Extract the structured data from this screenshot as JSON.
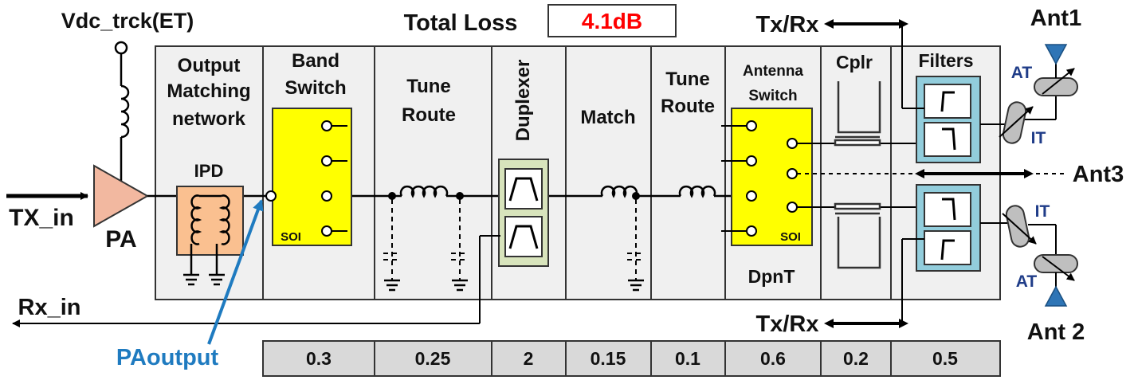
{
  "header": {
    "total_loss_label": "Total Loss",
    "total_loss_value": "4.1dB",
    "vdc_label": "Vdc_trck(ET)"
  },
  "ports": {
    "tx_in": "TX_in",
    "rx_in": "Rx_in",
    "pa": "PA",
    "pa_output": "PAoutput",
    "txrx_top": "Tx/Rx",
    "txrx_bottom": "Tx/Rx",
    "ant1": "Ant1",
    "ant2": "Ant 2",
    "ant3": "Ant3",
    "at_top": "AT",
    "it_top": "IT",
    "it_bottom": "IT",
    "at_bottom": "AT"
  },
  "blocks": {
    "omn_line1": "Output",
    "omn_line2": "Matching",
    "omn_line3": "network",
    "ipd": "IPD",
    "band_line1": "Band",
    "band_line2": "Switch",
    "soi1": "SOI",
    "tune1_line1": "Tune",
    "tune1_line2": "Route",
    "duplexer": "Duplexer",
    "match": "Match",
    "tune2_line1": "Tune",
    "tune2_line2": "Route",
    "antsw_line1": "Antenna",
    "antsw_line2": "Switch",
    "soi2": "SOI",
    "dpnt": "DpnT",
    "cplr": "Cplr",
    "filters": "Filters"
  },
  "loss_values": [
    "0.3",
    "0.25",
    "2",
    "0.15",
    "0.1",
    "0.6",
    "0.2",
    "0.5"
  ],
  "colors": {
    "section_fill": "#f0f0f0",
    "switch_fill": "#ffff00",
    "ipd_fill": "#fac090",
    "duplexer_fill": "#d8e4bc",
    "filter_fill": "#92cddc",
    "pa_fill": "#f2b8a0",
    "loss_box_fill": "#d9d9d9",
    "total_loss_red": "#ff0000",
    "pa_output_blue": "#1f7bc0",
    "antenna_blue": "#2e75b6",
    "at_it_navy": "#1f3c88"
  }
}
